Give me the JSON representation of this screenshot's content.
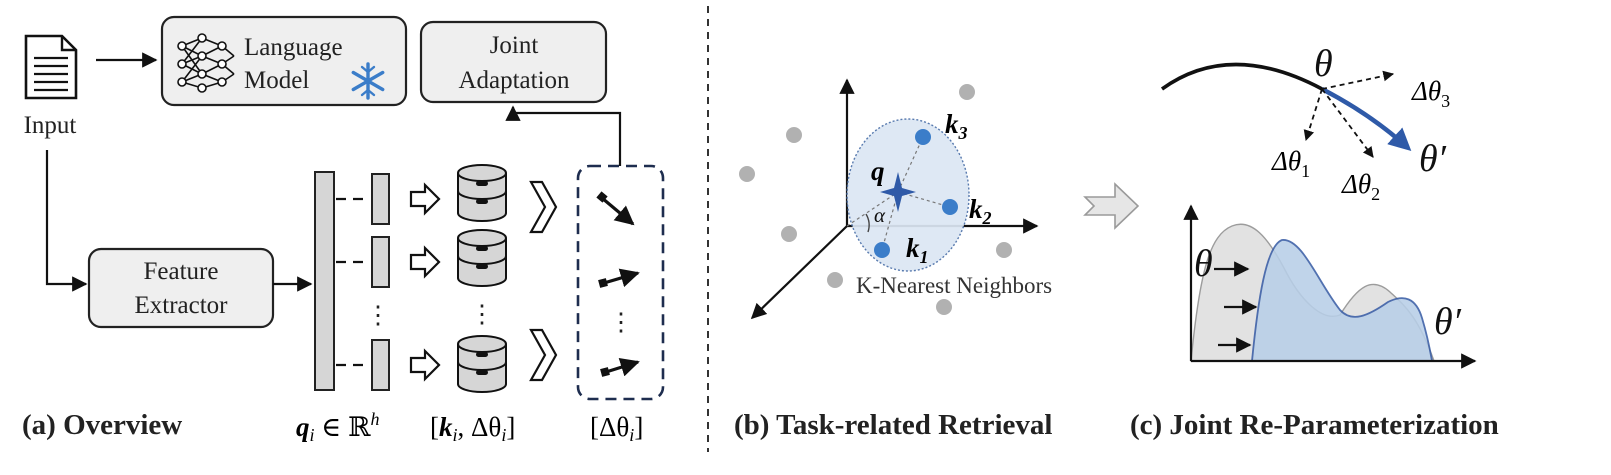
{
  "colors": {
    "accent_blue": "#3b7dc9",
    "dark_blue": "#2f5aa8",
    "light_blue_fill": "#dce7f4",
    "gray_dot": "#b1b1b1",
    "box_fill": "#efefef"
  },
  "icons": [
    "document-icon",
    "neural-network-icon",
    "snowflake-icon",
    "database-icon",
    "chevron-icon"
  ],
  "panel_a": {
    "input_label": "Input",
    "language_model_line1": "Language",
    "language_model_line2": "Model",
    "joint_adaptation_line1": "Joint",
    "joint_adaptation_line2": "Adaptation",
    "feature_extractor_line1": "Feature",
    "feature_extractor_line2": "Extractor",
    "vertical_ellipsis": "⋮",
    "q_label": {
      "q": "q",
      "sub": "i",
      "rest": " ∈ ℝ",
      "sup": "h"
    },
    "k_label": {
      "open": "[",
      "k": "k",
      "sub": "i",
      "comma": ", Δθ",
      "sub2": "i",
      "close": "]"
    },
    "delta_label": {
      "open": "[Δθ",
      "sub": "i",
      "close": "]"
    },
    "caption": "(a) Overview"
  },
  "panel_b": {
    "q": "q",
    "k1": "k",
    "k1_sub": "1",
    "k2": "k",
    "k2_sub": "2",
    "k3": "k",
    "k3_sub": "3",
    "alpha": "α",
    "knn_label": "K-Nearest Neighbors",
    "caption": "(b) Task-related Retrieval"
  },
  "panel_c": {
    "theta": "θ",
    "theta_prime": "θ′",
    "d1": "Δθ",
    "d1_sub": "1",
    "d2": "Δθ",
    "d2_sub": "2",
    "d3": "Δθ",
    "d3_sub": "3",
    "dist_theta": "θ",
    "dist_theta_prime": "θ′",
    "caption": "(c) Joint Re-Parameterization"
  }
}
